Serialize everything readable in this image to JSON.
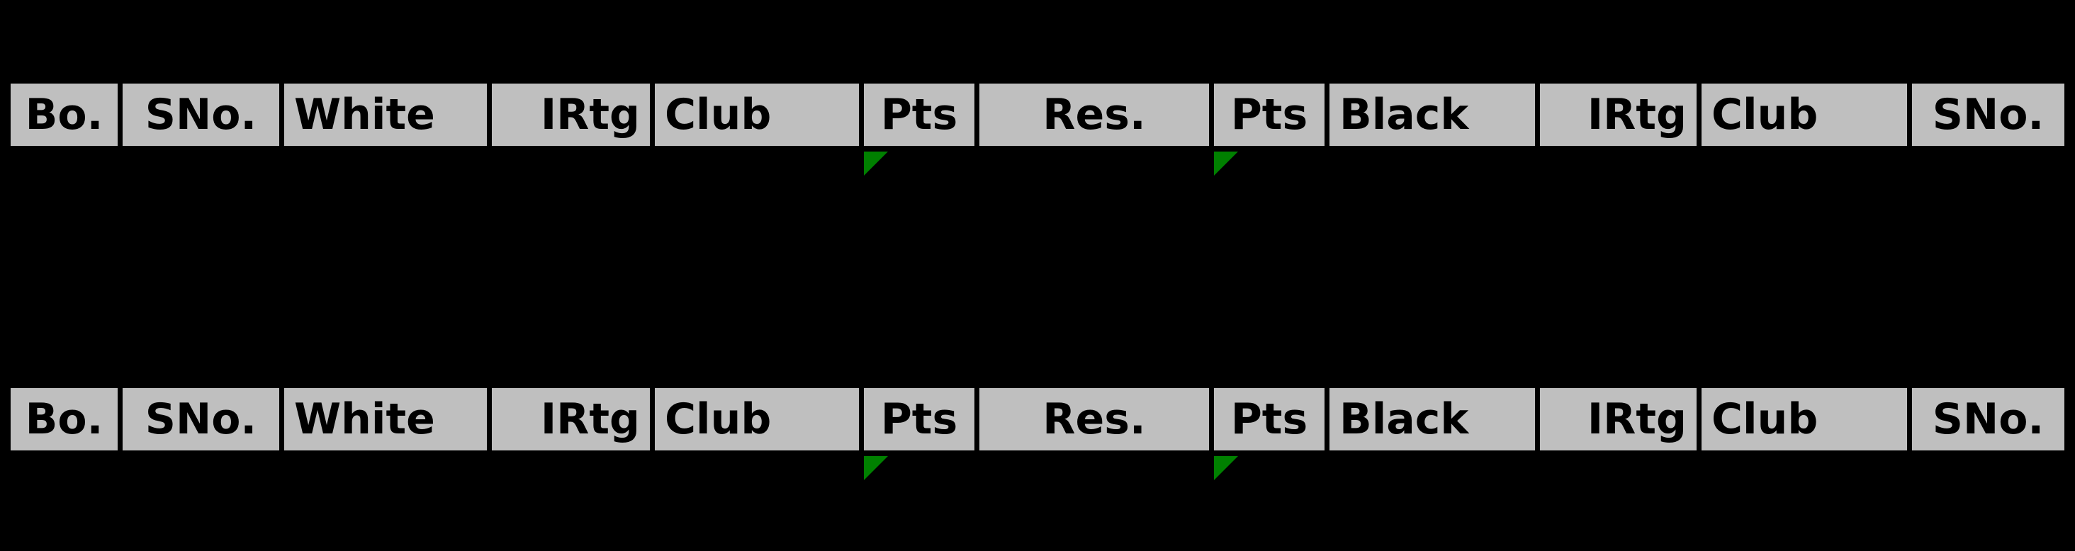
{
  "page": {
    "background_color": "#000000",
    "header_background_color": "#bfbfbf",
    "header_text_color": "#000000",
    "sort_marker_color": "#008000"
  },
  "tables": [
    {
      "name": "pairing-table-top",
      "columns": [
        {
          "label": "Bo.",
          "align": "center",
          "sorted": false
        },
        {
          "label": "SNo.",
          "align": "center",
          "sorted": false
        },
        {
          "label": "White",
          "align": "left",
          "sorted": false
        },
        {
          "label": "IRtg",
          "align": "right",
          "sorted": false
        },
        {
          "label": "Club",
          "align": "left",
          "sorted": false
        },
        {
          "label": "Pts",
          "align": "center",
          "sorted": true
        },
        {
          "label": "Res.",
          "align": "center",
          "sorted": false
        },
        {
          "label": "Pts",
          "align": "center",
          "sorted": true
        },
        {
          "label": "Black",
          "align": "left",
          "sorted": false
        },
        {
          "label": "IRtg",
          "align": "right",
          "sorted": false
        },
        {
          "label": "Club",
          "align": "left",
          "sorted": false
        },
        {
          "label": "SNo.",
          "align": "center",
          "sorted": false
        }
      ],
      "rows": []
    },
    {
      "name": "pairing-table-bottom",
      "columns": [
        {
          "label": "Bo.",
          "align": "center",
          "sorted": false
        },
        {
          "label": "SNo.",
          "align": "center",
          "sorted": false
        },
        {
          "label": "White",
          "align": "left",
          "sorted": false
        },
        {
          "label": "IRtg",
          "align": "right",
          "sorted": false
        },
        {
          "label": "Club",
          "align": "left",
          "sorted": false
        },
        {
          "label": "Pts",
          "align": "center",
          "sorted": true
        },
        {
          "label": "Res.",
          "align": "center",
          "sorted": false
        },
        {
          "label": "Pts",
          "align": "center",
          "sorted": true
        },
        {
          "label": "Black",
          "align": "left",
          "sorted": false
        },
        {
          "label": "IRtg",
          "align": "right",
          "sorted": false
        },
        {
          "label": "Club",
          "align": "left",
          "sorted": false
        },
        {
          "label": "SNo.",
          "align": "center",
          "sorted": false
        }
      ],
      "rows": []
    }
  ],
  "icons": {
    "sort_descending": "sort-descending-icon"
  }
}
